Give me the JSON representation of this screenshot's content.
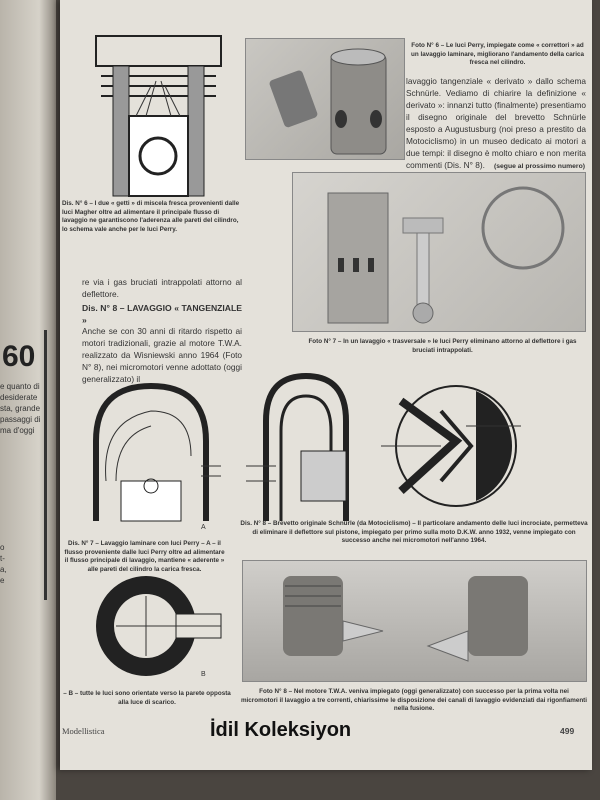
{
  "left_page": {
    "number": "60",
    "lines": [
      "e quanto di",
      "desiderate",
      "sta, grande",
      "passaggi di",
      "ma d'oggi",
      "o",
      "t-",
      "a,",
      "e"
    ]
  },
  "captions": {
    "dis6": "Dis. N° 6 – I due « getti » di miscela fresca provenienti dalle luci Magher oltre ad alimentare il principale flusso di lavaggio ne garantiscono l'aderenza alle pareti del cilindro, lo schema vale anche per le luci Perry.",
    "foto6": "Foto N° 6 – Le luci Perry, impiegate come « correttori » ad un lavaggio laminare, migliorano l'andamento della carica fresca nel cilindro.",
    "foto7": "Foto N° 7 – In un lavaggio « trasversale » le luci Perry eliminano attorno al deflettore i gas bruciati intrappolati.",
    "dis7": "Dis. N° 7 – Lavaggio laminare con luci Perry – A – il flusso proveniente dalle luci Perry oltre ad alimentare il flusso principale di lavaggio, mantiene « aderente » alle pareti del cilindro la carica fresca.",
    "dis8": "Dis. N° 8 – Brevetto originale Schnürle (da Motociclismo) – Il particolare andamento delle luci incrociate, permetteva di eliminare il deflettore sul pistone, impiegato per primo sulla moto D.K.W. anno 1932, venne impiegato con successo anche nei micromotori nell'anno 1964.",
    "dis7b": "– B – tutte le luci sono orientate verso la parete opposta alla luce di scarico.",
    "foto8": "Foto N° 8 – Nel motore T.W.A. veniva impiegato (oggi generalizzato) con successo per la prima volta nei micromotori il lavaggio a tre correnti, chiarissime le disposizione dei canali di lavaggio evidenziati dai rigonfiamenti nella fusione."
  },
  "body_left": {
    "para1": "re via i gas bruciati intrappolati attorno al deflettore.",
    "heading": "Dis. N° 8 – LAVAGGIO « TANGENZIALE »",
    "para2": "Anche se con 30 anni di ritardo rispetto ai motori tradizionali, grazie al motore T.W.A. realizzato da Wisniewski anno 1964 (Foto N° 8), nei micromotori venne adottato (oggi generalizzato) il"
  },
  "body_right": {
    "para": "lavaggio tangenziale « derivato » dallo schema Schnürle. Vediamo di chiarire la definizione « derivato »: innanzi tutto (finalmente) presentiamo il disegno originale del brevetto Schnürle esposto a Augustusburg (noi preso a prestito da Motociclismo) in un museo dedicato ai motori a due tempi: il disegno è molto chiaro e non merita commenti (Dis. N° 8).",
    "continued": "(segue al prossimo numero)"
  },
  "labels": {
    "A": "A",
    "B": "B"
  },
  "footer": {
    "magazine": "Modellistica",
    "watermark": "İdil Koleksiyon",
    "page": "499"
  }
}
